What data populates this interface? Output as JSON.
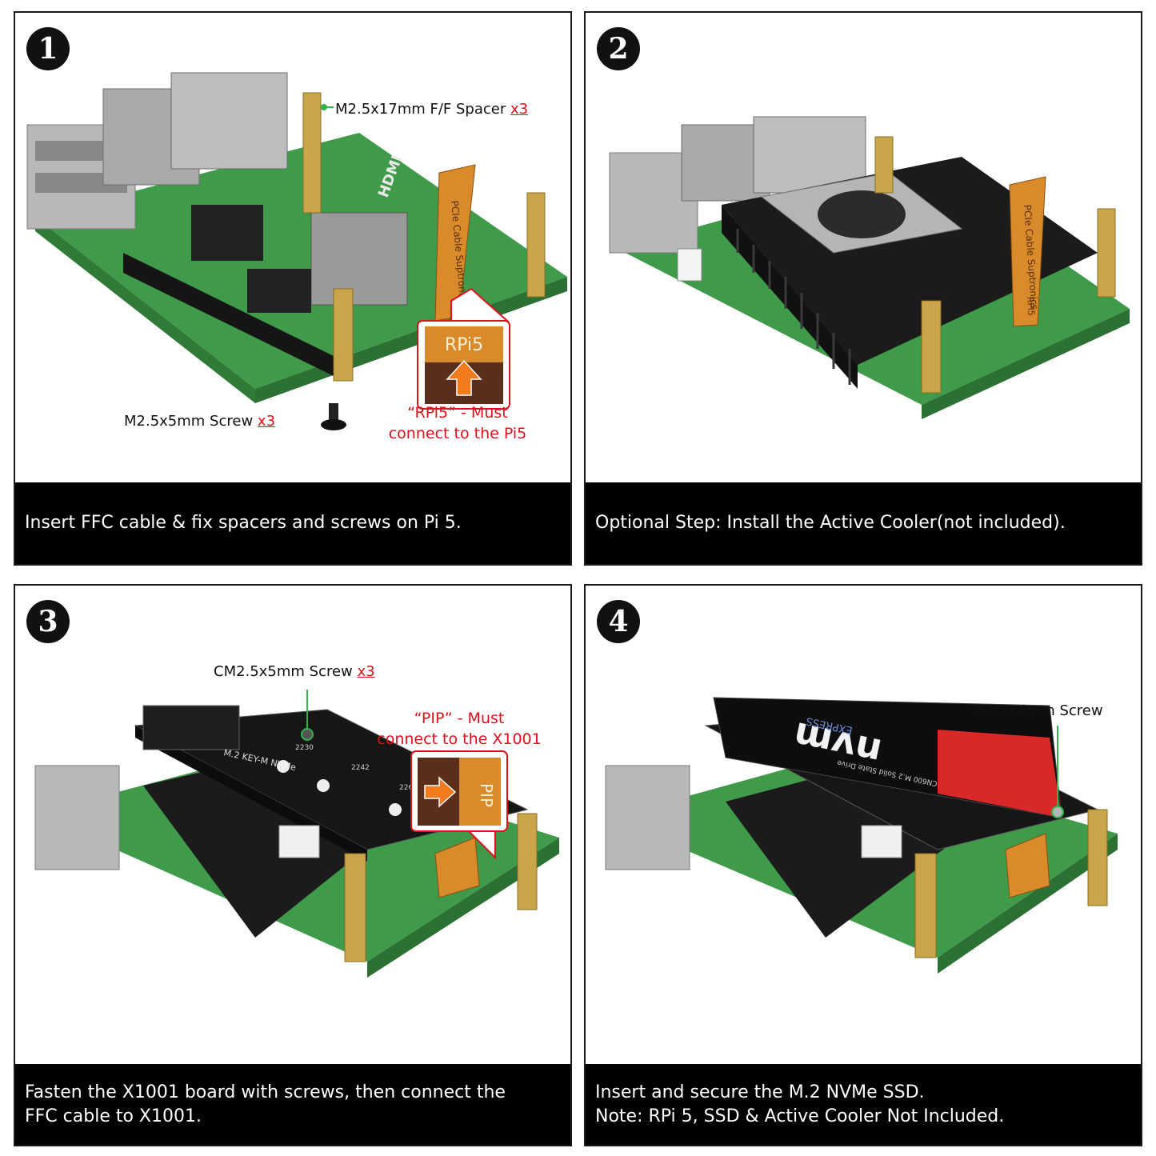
{
  "panels": [
    {
      "number": "1",
      "caption": [
        "Insert FFC cable & fix spacers and screws on Pi 5."
      ],
      "labels": {
        "spacer": "M2.5x17mm F/F Spacer",
        "spacer_qty": "x3",
        "screw": "M2.5x5mm Screw",
        "screw_qty": "x3",
        "note_line1": "“RPi5” - Must",
        "note_line2": "connect to the Pi5",
        "callout": "RPi5",
        "hdmi": "HDMI",
        "ffc": "PCIe Cable Suptronics"
      }
    },
    {
      "number": "2",
      "caption": [
        "Optional Step: Install the Active Cooler(not included)."
      ],
      "labels": {
        "ffc": "PCIe Cable Suptronics",
        "ffc_end": "RPi5"
      }
    },
    {
      "number": "3",
      "caption": [
        "Fasten the X1001 board with screws, then connect the",
        "FFC cable to X1001."
      ],
      "labels": {
        "screw": "CM2.5x5mm Screw",
        "screw_qty": "x3",
        "note_line1": "“PIP” - Must",
        "note_line2": "connect to the X1001",
        "callout": "PIP",
        "board": "M.2 KEY-M NVMe",
        "s2230": "2230",
        "s2242": "2242",
        "s2260": "2260"
      }
    },
    {
      "number": "4",
      "caption": [
        "Insert and secure the M.2 NVMe SSD.",
        "Note: RPi 5, SSD & Active Cooler Not Included."
      ],
      "labels": {
        "screw": "CM2x4mm Screw",
        "ssd_brand": "nvm",
        "ssd_express": "EXPRESS",
        "ssd_model": "CN600 M.2 Solid State Drive"
      }
    }
  ],
  "colors": {
    "pcb": "#3f9a4a",
    "brass": "#c9a64a",
    "heatsink": "#1b1b1b",
    "ffc": "#d98a2b",
    "accent_red": "#e0101a",
    "caption_bg": "#000000"
  }
}
